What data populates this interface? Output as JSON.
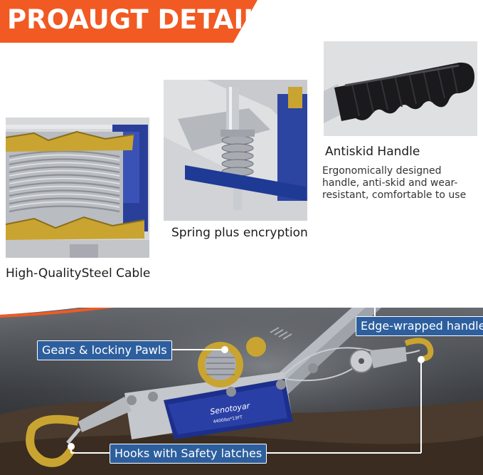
{
  "banner": {
    "title": "PROAUGT DETAILS",
    "color": "#f15a22"
  },
  "features": [
    {
      "caption": "High-QualitySteel Cable",
      "image": "steel-cable-drum"
    },
    {
      "caption": "Spring plus encryption",
      "image": "spring-mechanism"
    },
    {
      "caption": "Antiskid Handle",
      "description": "Ergonomically designed handle, anti-skid and wear-resistant, comfortable to use",
      "image": "rubber-grip-handle"
    }
  ],
  "callouts": {
    "handle": "Edge-wrapped handle",
    "gears": "Gears & lockiny Pawls",
    "hooks": "Hooks with Safety latches"
  },
  "product": {
    "brand": "Senotoyar",
    "rating": "4400lbs*13FT",
    "image": "come-along-puller"
  },
  "colors": {
    "accent": "#f15a22",
    "callout_bg": "#2d5f9e",
    "body_blue": "#1d2f8c"
  }
}
